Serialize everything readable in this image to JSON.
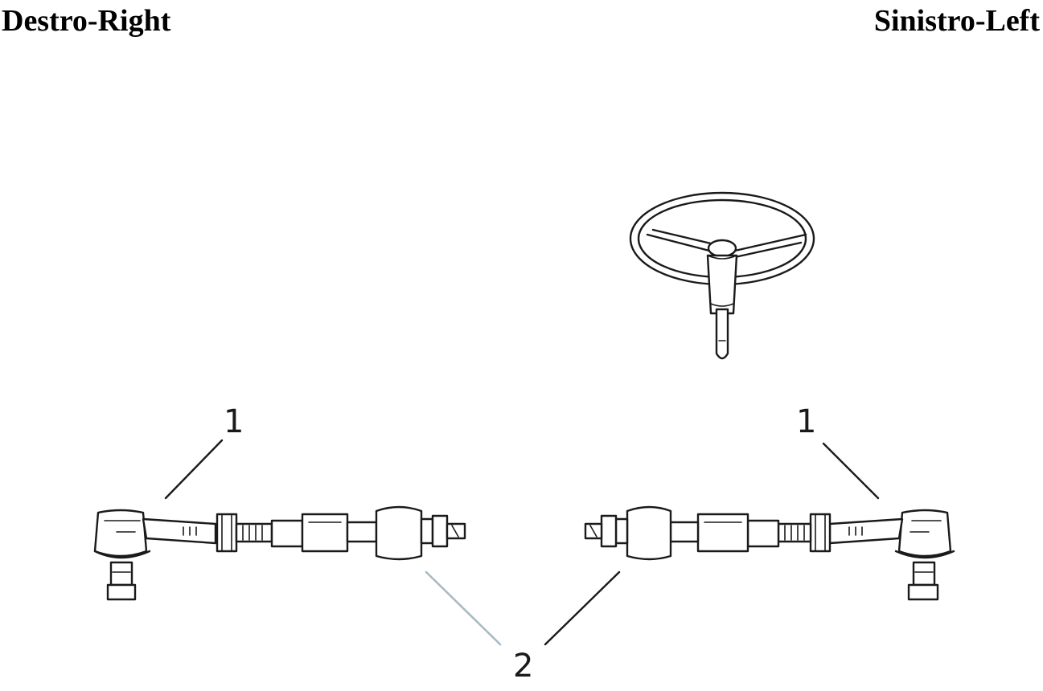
{
  "headings": {
    "right_label": "Destro-Right",
    "left_label": "Sinistro-Left"
  },
  "callouts": {
    "part1_right": "1",
    "part1_left": "1",
    "part2": "2"
  },
  "colors": {
    "ink": "#1a1a1a",
    "highlight": "#a9b9c4"
  }
}
